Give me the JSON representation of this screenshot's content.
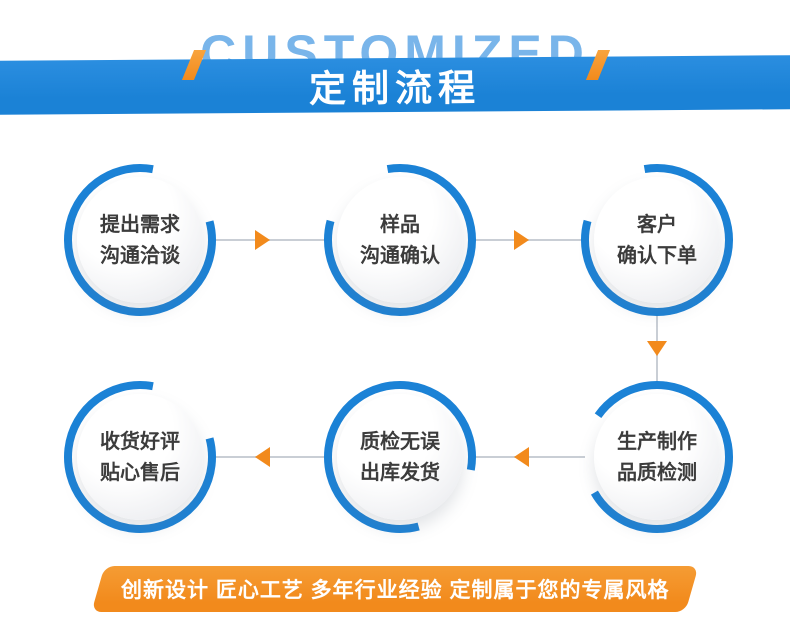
{
  "header": {
    "watermark": "CUSTOMIZED",
    "title": "定制流程"
  },
  "flow": {
    "nodes": [
      {
        "line1": "提出需求",
        "line2": "沟通洽谈"
      },
      {
        "line1": "样品",
        "line2": "沟通确认"
      },
      {
        "line1": "客户",
        "line2": "确认下单"
      },
      {
        "line1": "生产制作",
        "line2": "品质检测"
      },
      {
        "line1": "质检无误",
        "line2": "出库发货"
      },
      {
        "line1": "收货好评",
        "line2": "贴心售后"
      }
    ]
  },
  "footer": {
    "tagline": "创新设计 匠心工艺 多年行业经验 定制属于您的专属风格"
  },
  "colors": {
    "primary_blue": "#1b82d6",
    "watermark_blue": "#79b5ea",
    "accent_orange": "#f28a1c",
    "text_dark": "#3c3c3c"
  }
}
